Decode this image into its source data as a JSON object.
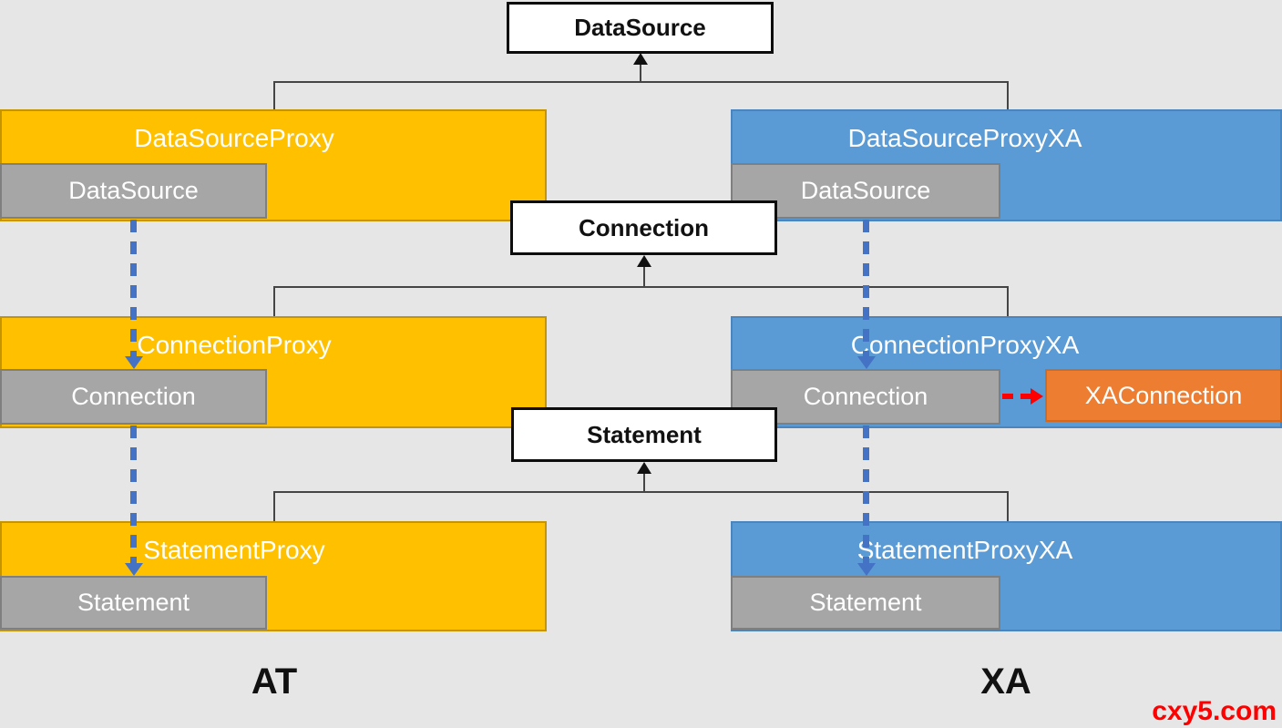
{
  "diagram": {
    "interfaces": {
      "datasource": "DataSource",
      "connection": "Connection",
      "statement": "Statement"
    },
    "at": {
      "mode_label": "AT",
      "rows": [
        {
          "proxy": "DataSourceProxy",
          "inner": "DataSource"
        },
        {
          "proxy": "ConnectionProxy",
          "inner": "Connection"
        },
        {
          "proxy": "StatementProxy",
          "inner": "Statement"
        }
      ]
    },
    "xa": {
      "mode_label": "XA",
      "rows": [
        {
          "proxy": "DataSourceProxyXA",
          "inner": "DataSource"
        },
        {
          "proxy": "ConnectionProxyXA",
          "inner": "Connection"
        },
        {
          "proxy": "StatementProxyXA",
          "inner": "Statement"
        }
      ],
      "xa_connection": "XAConnection"
    },
    "watermark": "cxy5.com",
    "colors": {
      "background": "#e7e6e6",
      "at_accent": "#ffc000",
      "xa_accent": "#5b9bd5",
      "inner_gray": "#a6a6a6",
      "xa_connection_orange": "#ed7d31",
      "interface_fill": "#ffffff",
      "dashed_arrow_blue": "#4472c4",
      "delegate_arrow_red": "#ff0000"
    }
  }
}
